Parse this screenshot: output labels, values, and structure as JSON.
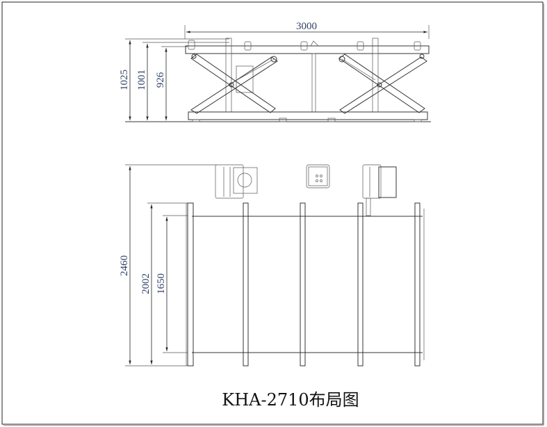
{
  "title": "KHA-2710布局图",
  "elevation_view": {
    "dimensions": {
      "length": "3000",
      "height_total": "1025",
      "height_mid": "1001",
      "height_platform": "926"
    }
  },
  "plan_view": {
    "dimensions": {
      "overall_depth": "2460",
      "frame_depth": "2002",
      "platform_depth": "1650"
    }
  }
}
